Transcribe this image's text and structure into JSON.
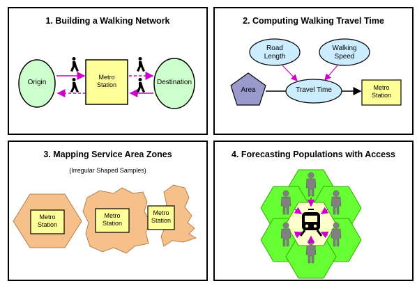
{
  "panel1": {
    "title": "1. Building  a Walking Network",
    "origin": "Origin",
    "metro_line1": "Metro",
    "metro_line2": "Station",
    "destination": "Destination"
  },
  "panel2": {
    "title": "2. Computing  Walking Travel Time",
    "road_line1": "Road",
    "road_line2": "Length",
    "walking_line1": "Walking",
    "walking_line2": "Speed",
    "area": "Area",
    "travel_time": "Travel Time",
    "metro_line1": "Metro",
    "metro_line2": "Station"
  },
  "panel3": {
    "title": "3. Mapping Service Area Zones",
    "subtitle": "(Irregular Shaped Samples)",
    "metro_line1": "Metro",
    "metro_line2": "Station"
  },
  "panel4": {
    "title": "4. Forecasting Populations with Access"
  },
  "colors": {
    "accent_magenta": "#cc00cc",
    "station_yellow": "#ffff99",
    "oval_green": "#ccffcc",
    "oval_blue": "#ccecff",
    "area_purple": "#9999cc",
    "zone_tan": "#f5c08a",
    "hex_green": "#66ff33",
    "person_gray": "#808080"
  },
  "icons": [
    "walking-person-icon",
    "person-icon",
    "train-icon"
  ]
}
